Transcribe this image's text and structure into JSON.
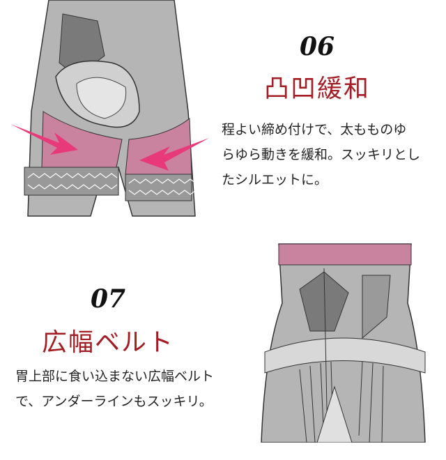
{
  "features": [
    {
      "number": "06",
      "title": "凸凹緩和",
      "lines": [
        "程よい締め付けで、太もものゆ",
        "らゆら動きを緩和。スッキリとし",
        "たシルエットに。"
      ]
    },
    {
      "number": "07",
      "title": "広幅ベルト",
      "lines": [
        "胃上部に食い込まない広幅ベルト",
        "で、アンダーラインもスッキリ。"
      ]
    }
  ],
  "colors": {
    "accent": "#a31d24",
    "pink": "#c9839f",
    "arrow": "#e8397a",
    "gray": "#a8a8a8"
  }
}
